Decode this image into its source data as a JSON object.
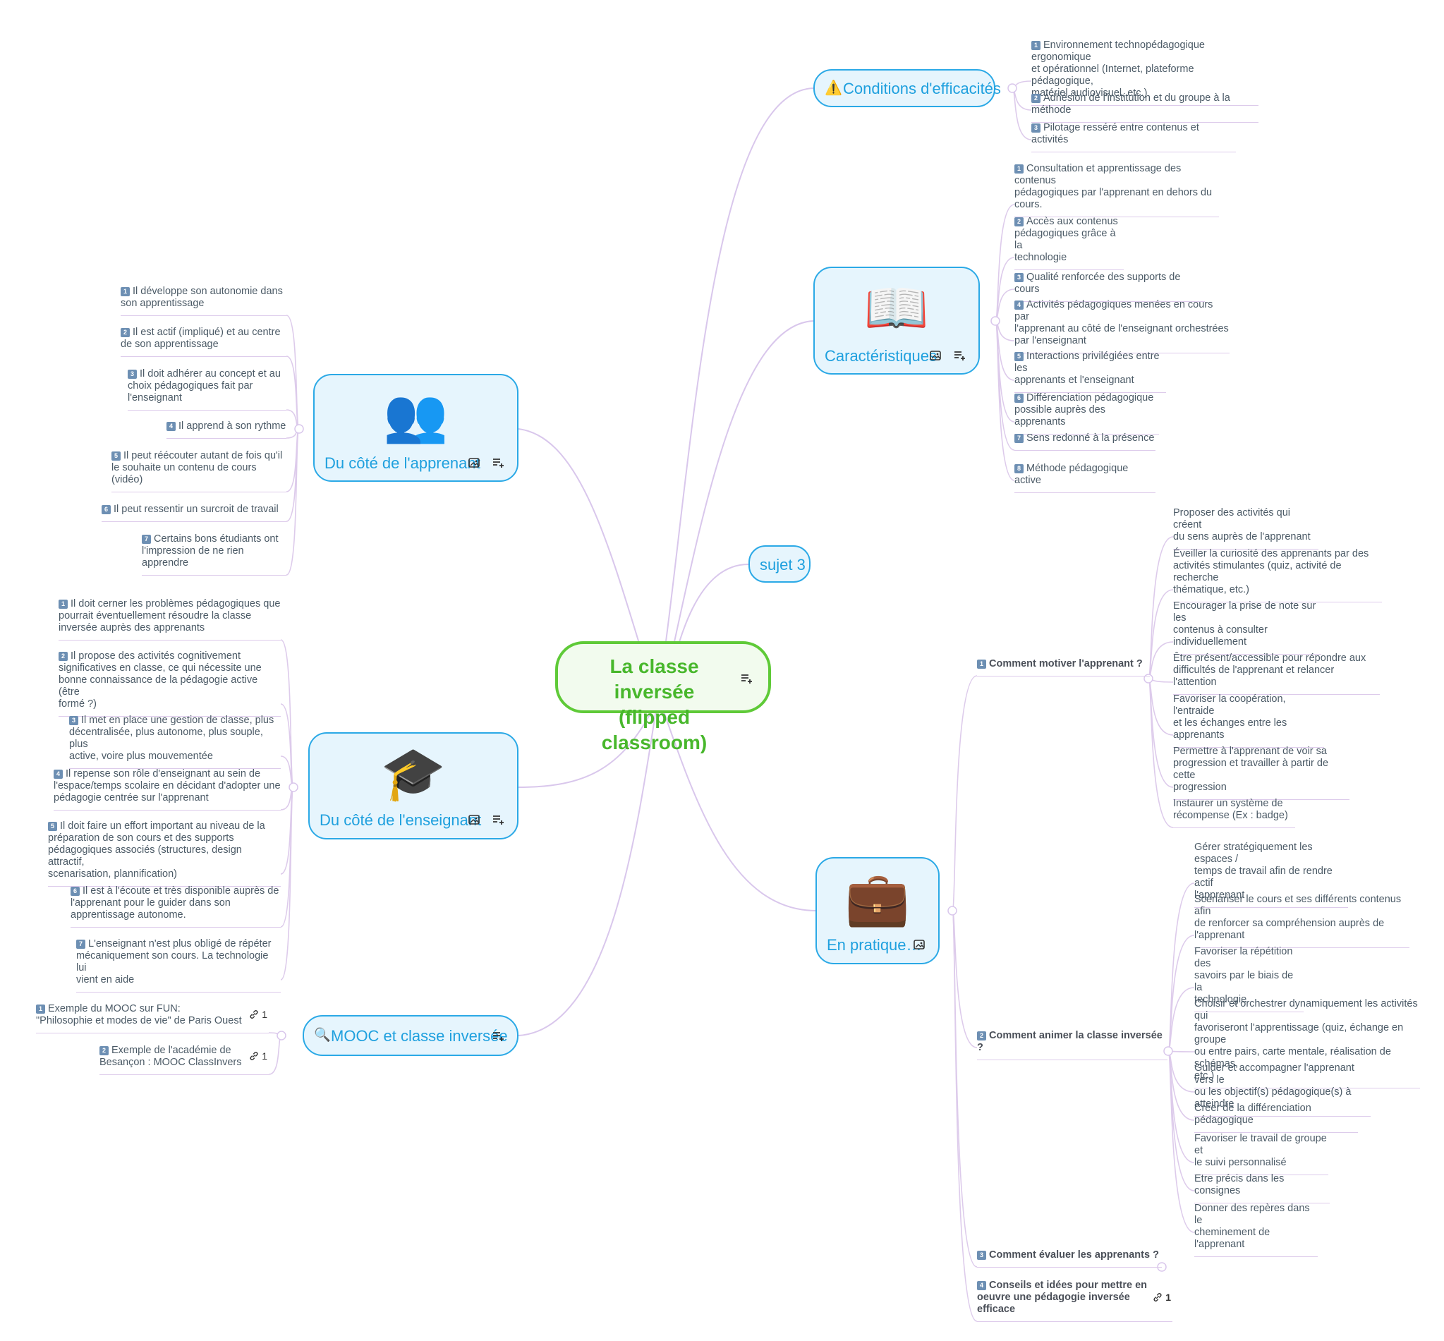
{
  "root": {
    "title_line1": "La classe inversée",
    "title_line2": "(flipped classroom)"
  },
  "topics": {
    "conditions": {
      "label": "Conditions d'efficacités",
      "icon": "warning-icon",
      "icon_glyph": "⚠️"
    },
    "caracteristiques": {
      "label": "Caractéristiques",
      "icon": "book-icon",
      "icon_glyph": "📖"
    },
    "sujet3": {
      "label": "sujet 3"
    },
    "apprenant": {
      "label": "Du côté de l'apprenant",
      "icon": "people-icon",
      "icon_glyph": "👥"
    },
    "enseignant": {
      "label": "Du côté de l'enseignant",
      "icon": "graduation-cap-icon",
      "icon_glyph": "🎓"
    },
    "mooc": {
      "label": "MOOC et classe inversée",
      "icon": "magnifier-icon",
      "icon_glyph": "🔍"
    },
    "pratique": {
      "label": "En pratique…",
      "icon": "briefcase-icon",
      "icon_glyph": "💼"
    }
  },
  "conditions_items": [
    {
      "n": "1",
      "text": "Environnement technopédagogique ergonomique\net opérationnel (Internet, plateforme pédagogique,\nmatériel audiovisuel, etc.)"
    },
    {
      "n": "2",
      "text": "Adhésion de l'institution et du groupe à la méthode"
    },
    {
      "n": "3",
      "text": "Pilotage resséré entre contenus et activités"
    }
  ],
  "caracteristiques_items": [
    {
      "n": "1",
      "text": "Consultation et apprentissage des contenus\npédagogiques par l'apprenant en dehors du\ncours."
    },
    {
      "n": "2",
      "text": "Accès aux contenus\npédagogiques grâce à la\ntechnologie"
    },
    {
      "n": "3",
      "text": "Qualité renforcée des supports de cours"
    },
    {
      "n": "4",
      "text": "Activités pédagogiques menées en cours par\nl'apprenant au côté de l'enseignant orchestrées\npar l'enseignant"
    },
    {
      "n": "5",
      "text": "Interactions privilégiées entre les\napprenants et l'enseignant"
    },
    {
      "n": "6",
      "text": "Différenciation pédagogique\npossible auprès des apprenants"
    },
    {
      "n": "7",
      "text": "Sens redonné à la présence"
    },
    {
      "n": "8",
      "text": "Méthode pédagogique active"
    }
  ],
  "apprenant_items": [
    {
      "n": "1",
      "text": "Il développe son autonomie dans\nson apprentissage"
    },
    {
      "n": "2",
      "text": "Il est actif (impliqué) et au centre\nde son apprentissage"
    },
    {
      "n": "3",
      "text": "Il doit adhérer au concept et au\nchoix pédagogiques fait par\nl'enseignant"
    },
    {
      "n": "4",
      "text": "Il apprend à son rythme"
    },
    {
      "n": "5",
      "text": "Il peut réécouter autant de fois qu'il\nle souhaite un contenu de cours\n(vidéo)"
    },
    {
      "n": "6",
      "text": "Il peut ressentir un surcroit de travail"
    },
    {
      "n": "7",
      "text": "Certains bons étudiants ont\nl'impression de ne rien\napprendre"
    }
  ],
  "enseignant_items": [
    {
      "n": "1",
      "text": "Il doit cerner les problèmes pédagogiques que\npourrait éventuellement résoudre la classe\ninversée auprès des apprenants"
    },
    {
      "n": "2",
      "text": "Il propose des activités cognitivement\nsignificatives en classe, ce qui nécessite une\nbonne connaissance de la pédagogie active (être\nformé ?)"
    },
    {
      "n": "3",
      "text": "Il met en place une gestion de classe, plus\ndécentralisée, plus autonome, plus souple, plus\nactive, voire plus mouvementée"
    },
    {
      "n": "4",
      "text": "Il repense son rôle d'enseignant au sein de\nl'espace/temps scolaire en décidant d'adopter une\npédagogie centrée sur l'apprenant"
    },
    {
      "n": "5",
      "text": "Il doit faire un effort important au niveau de la\npréparation de son cours et des supports\npédagogiques associés (structures, design attractif,\nscenarisation, plannification)"
    },
    {
      "n": "6",
      "text": "Il est à l'écoute et très disponible auprès de\nl'apprenant pour le guider dans son\napprentissage autonome."
    },
    {
      "n": "7",
      "text": "L'enseignant n'est plus obligé de répéter\nmécaniquement son cours. La technologie lui\nvient en aide"
    }
  ],
  "mooc_items": [
    {
      "n": "1",
      "text": "Exemple du MOOC sur FUN:\n\"Philosophie et modes de vie\" de Paris Ouest",
      "links": "1"
    },
    {
      "n": "2",
      "text": "Exemple de l'académie de\nBesançon : MOOC ClassInvers",
      "links": "1"
    }
  ],
  "pratique_sections": [
    {
      "n": "1",
      "text": "Comment motiver l'apprenant ?"
    },
    {
      "n": "2",
      "text": "Comment animer la classe inversée ?"
    },
    {
      "n": "3",
      "text": "Comment évaluer les apprenants ?"
    },
    {
      "n": "4",
      "text": "Conseils et idées pour mettre en\noeuvre une pédagogie inversée\nefficace",
      "links": "1"
    }
  ],
  "motiver_items": [
    "Proposer des activités qui créent\ndu sens auprès de l'apprenant",
    "Éveiller la curiosité des apprenants par des\nactivités stimulantes (quiz, activité de recherche\nthématique, etc.)",
    "Encourager la prise de note sur les\ncontenus à consulter\nindividuellement",
    "Être présent/accessible pour répondre aux\ndifficultés de l'apprenant  et relancer l'attention",
    "Favoriser la coopération, l'entraide\net les échanges entre les\napprenants",
    "Permettre à l'apprenant de voir sa\nprogression et travailler à partir de cette\nprogression",
    "Instaurer un système de\nrécompense (Ex : badge)"
  ],
  "animer_items": [
    "Gérer stratégiquement les espaces /\ntemps de travail afin de rendre actif\nl'apprenant",
    "Scénariser le cours et ses différents contenus afin\nde renforcer sa compréhension auprès de\nl'apprenant",
    "Favoriser la répétition des\nsavoirs par le biais de la\ntechnologie",
    "Choisir et orchestrer dynamiquement les activités qui\nfavoriseront l'apprentissage (quiz, échange en groupe\nou entre pairs, carte mentale, réalisation de schémas,\netc.)",
    "Guider et accompagner l'apprenant vers le\nou les objectif(s) pédagogique(s) à atteindre",
    "Créer de la différenciation pédagogique",
    "Favoriser le travail de groupe et\nle suivi personnalisé",
    "Etre précis dans les consignes",
    "Donner des repères dans le\ncheminement de l'apprenant"
  ],
  "colors": {
    "branch": "#d9c7ec",
    "topic_border": "#2ba9e6",
    "topic_fill": "#e6f5fd",
    "root_border": "#5fca38",
    "root_text": "#48b72c"
  }
}
